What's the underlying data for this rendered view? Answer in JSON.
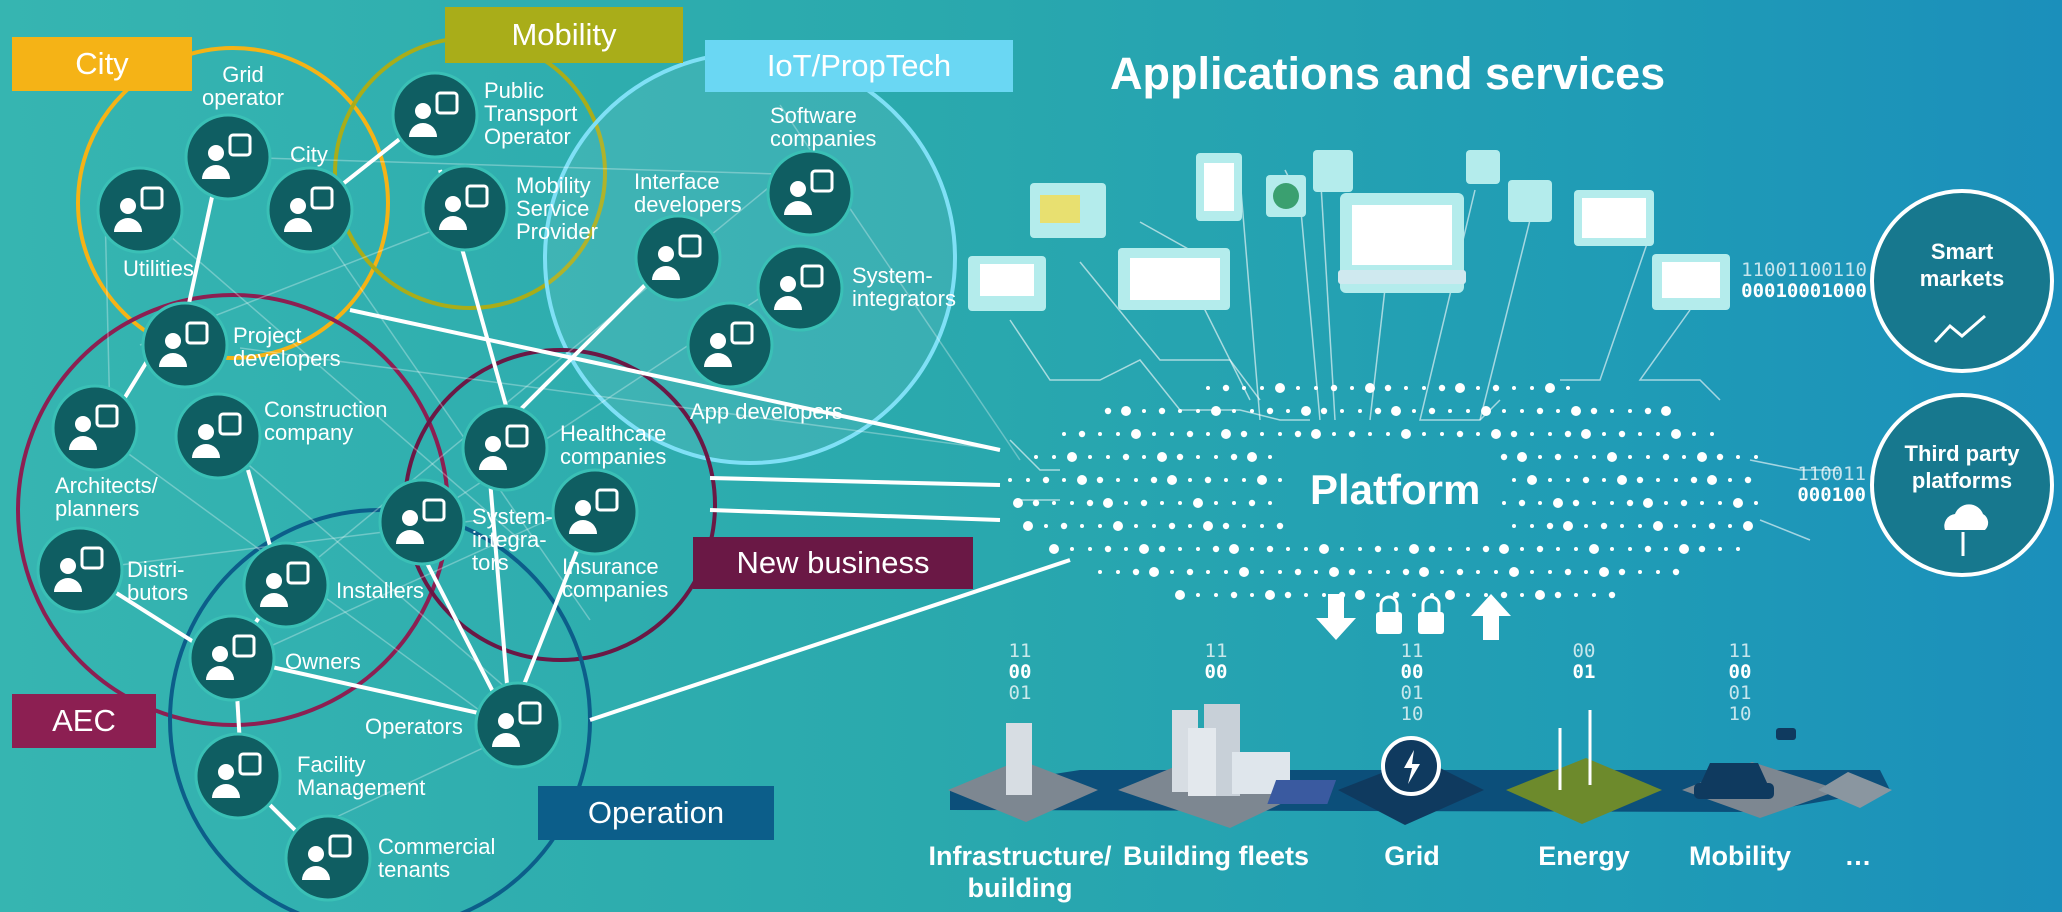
{
  "groups": {
    "city": {
      "label": "City",
      "color": "#f5b316"
    },
    "mobility": {
      "label": "Mobility",
      "color": "#a9ad19"
    },
    "iot": {
      "label": "IoT/PropTech",
      "color": "#6ad7f3"
    },
    "aec": {
      "label": "AEC",
      "color": "#8c1f52"
    },
    "new_business": {
      "label": "New business",
      "color": "#6a1845"
    },
    "operation": {
      "label": "Operation",
      "color": "#0c5e8a"
    }
  },
  "nodes": {
    "grid_operator": {
      "label": "Grid operator",
      "icon": "grid-icon"
    },
    "city": {
      "label": "City",
      "icon": "city-buildings-icon"
    },
    "utilities": {
      "label": "Utilities",
      "icon": "utilities-icon"
    },
    "public_transport": {
      "label": "Public Transport Operator",
      "icon": "train-icon"
    },
    "mobility_service": {
      "label": "Mobility Service Provider",
      "icon": "car-sharing-icon"
    },
    "interface_devs": {
      "label": "Interface developers",
      "icon": "phone-icon"
    },
    "software_cos": {
      "label": "Software companies",
      "icon": "download-icon"
    },
    "sys_integrators_iot": {
      "label": "System-integrators",
      "icon": "puzzle-icon"
    },
    "app_devs": {
      "label": "App developers",
      "icon": "binary-code-icon"
    },
    "project_devs": {
      "label": "Project developers",
      "icon": "pencil-icon"
    },
    "architects": {
      "label": "Architects/ planners",
      "icon": "compass-icon"
    },
    "construction": {
      "label": "Construction company",
      "icon": "hard-hat-icon"
    },
    "distributors": {
      "label": "Distri- butors",
      "icon": "cart-icon"
    },
    "healthcare": {
      "label": "Healthcare companies",
      "icon": "heart-stethoscope-icon"
    },
    "sys_integrators_nb": {
      "label": "System- integra- tors",
      "icon": "puzzle-icon"
    },
    "insurance": {
      "label": "Insurance companies",
      "icon": "shield-icon"
    },
    "installers": {
      "label": "Installers",
      "icon": "tools-icon"
    },
    "owners": {
      "label": "Owners",
      "icon": "key-icon"
    },
    "operators": {
      "label": "Operators",
      "icon": "laptop-icon"
    },
    "facility_mgmt": {
      "label": "Facility Management",
      "icon": "wrench-icon"
    },
    "commercial_tenants": {
      "label": "Commercial tenants",
      "icon": "group-icon"
    }
  },
  "right": {
    "title": "Applications and services",
    "platform": "Platform",
    "smart_markets": "Smart markets",
    "third_party": "Third party platforms",
    "bin_top_1": "11001100110",
    "bin_top_2": "00010001000",
    "bin_mid_1": "110011",
    "bin_mid_2": "000100",
    "categories": [
      {
        "label": "Infrastructure/ building",
        "bits": [
          "11",
          "00",
          "01"
        ]
      },
      {
        "label": "Building fleets",
        "bits": [
          "11",
          "00"
        ]
      },
      {
        "label": "Grid",
        "bits": [
          "11",
          "00",
          "01",
          "10"
        ]
      },
      {
        "label": "Energy",
        "bits": [
          "00",
          "01"
        ]
      },
      {
        "label": "Mobility",
        "bits": [
          "11",
          "00",
          "01",
          "10"
        ]
      },
      {
        "label": "…",
        "bits": []
      }
    ]
  }
}
